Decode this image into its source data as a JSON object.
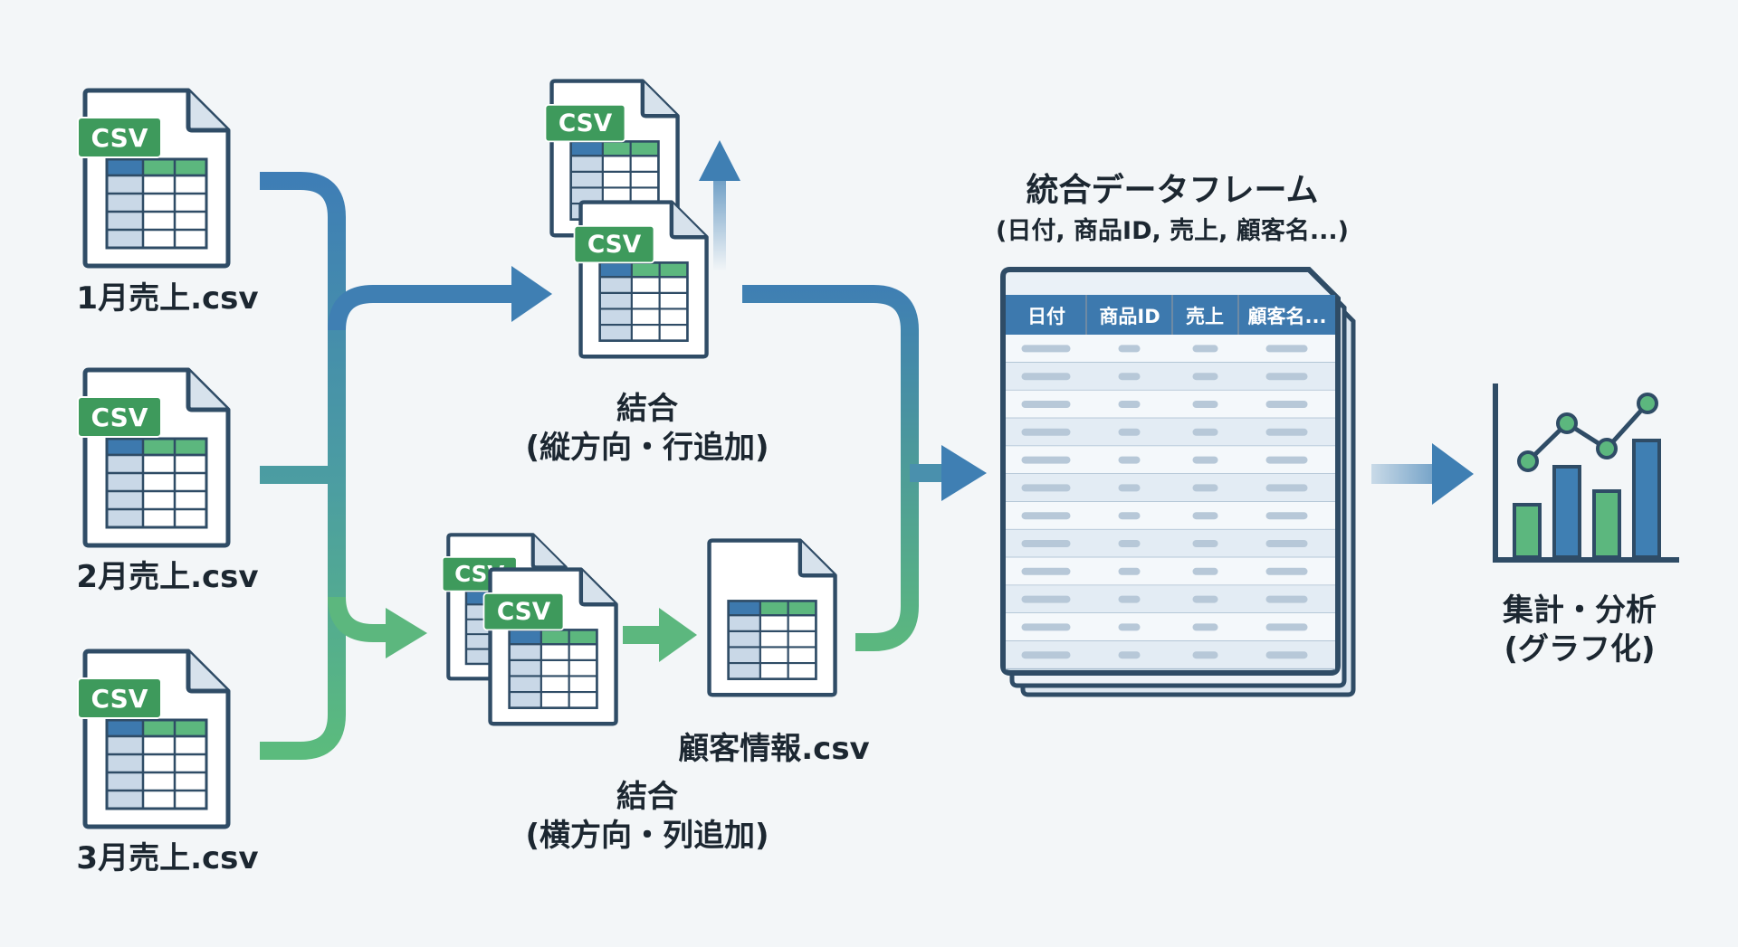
{
  "inputs": [
    {
      "file_name": "1月売上.csv",
      "badge": "CSV"
    },
    {
      "file_name": "2月売上.csv",
      "badge": "CSV"
    },
    {
      "file_name": "3月売上.csv",
      "badge": "CSV"
    }
  ],
  "vertical_merge": {
    "title": "結合",
    "subtitle": "(縦方向・行追加)",
    "badge": "CSV"
  },
  "horizontal_merge": {
    "title": "結合",
    "subtitle": "(横方向・列追加)",
    "badge_back": "CSV",
    "badge_front": "CSV"
  },
  "customer_file": {
    "file_name": "顧客情報.csv"
  },
  "dataframe": {
    "title": "統合データフレーム",
    "subtitle": "(日付, 商品ID, 売上, 顧客名...)",
    "columns": [
      "日付",
      "商品ID",
      "売上",
      "顧客名..."
    ]
  },
  "analysis": {
    "title": "集計・分析",
    "subtitle": "(グラフ化)"
  },
  "colors": {
    "blue": "#3f7fb3",
    "green": "#5cb77e",
    "header_blue": "#3d79ae",
    "badge_green": "#3e9a5c",
    "outline": "#2f4c66",
    "text": "#1c2731"
  }
}
